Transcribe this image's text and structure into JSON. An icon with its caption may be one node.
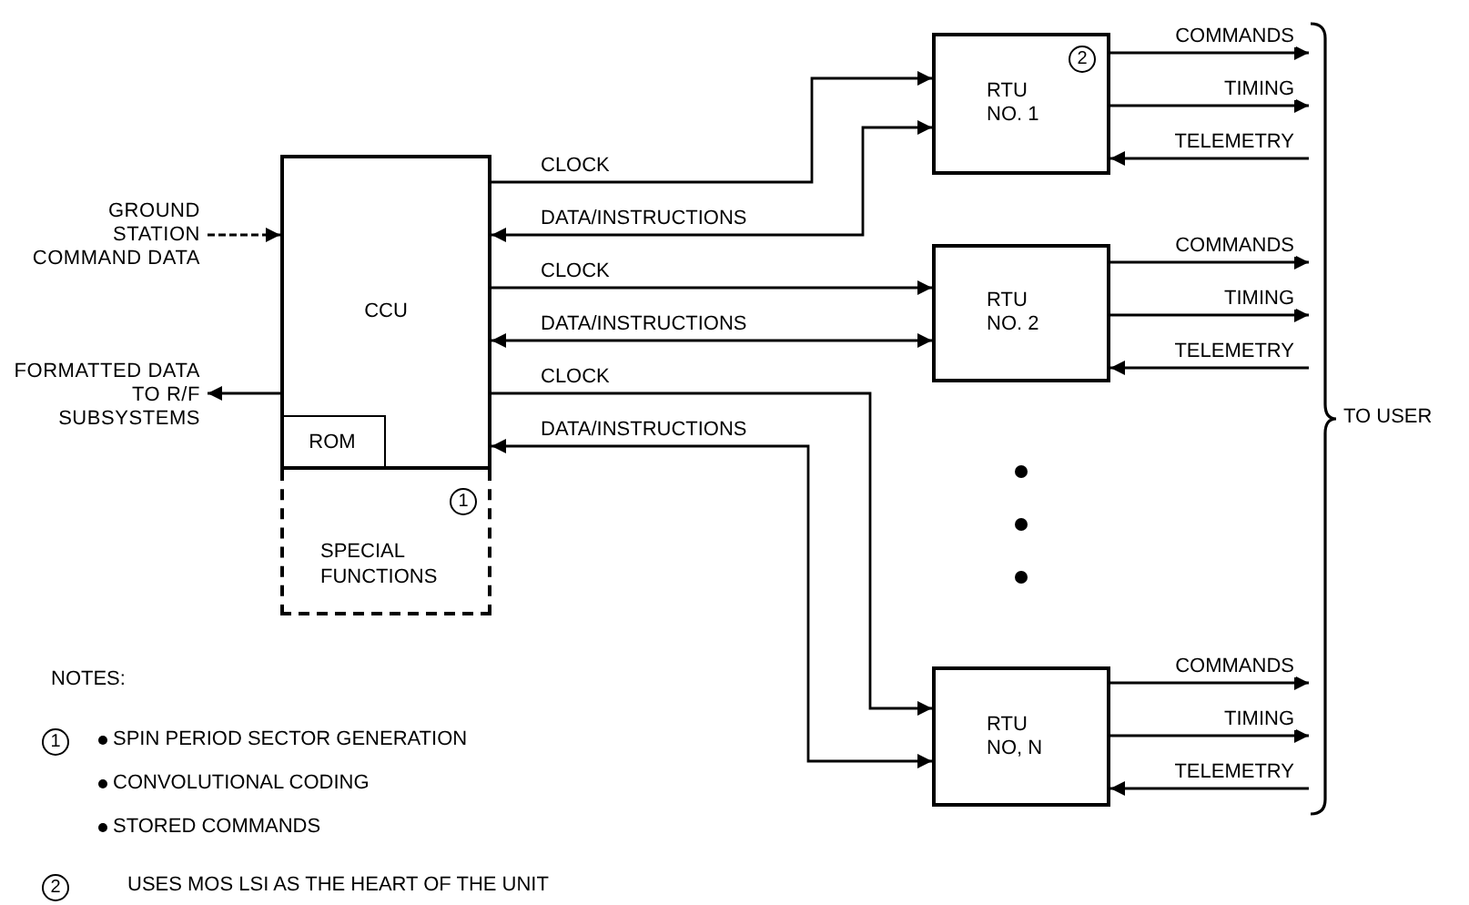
{
  "diagram": {
    "nodes": [
      {
        "text": [
          "GROUND STATION COMMAND DATA"
        ]
      },
      {
        "text": [
          "FORMATTED DATA TO R/F SUBSYSTEMS"
        ]
      },
      {
        "text": [
          "CCU"
        ]
      },
      {
        "text": [
          "ROM"
        ],
        "in": 2
      },
      {
        "text": [
          "1",
          "SPECIAL FUNCTIONS"
        ]
      },
      {
        "text": [
          "2",
          "RTU NO. 1"
        ]
      },
      {
        "text": [
          "RTU NO. 2"
        ]
      },
      {
        "text": [
          "RTU NO, N"
        ]
      },
      {
        "text": [
          "TO USER"
        ]
      }
    ],
    "edges": [
      {
        "from": 0,
        "to": 2,
        "arrow": "to",
        "style": "dashed"
      },
      {
        "from": 2,
        "to": 1,
        "arrow": "to"
      },
      {
        "from": 2,
        "to": 5,
        "arrow": "to",
        "label": "CLOCK"
      },
      {
        "from": 2,
        "to": 5,
        "arrow": "both",
        "label": "DATA/INSTRUCTIONS"
      },
      {
        "from": 2,
        "to": 6,
        "arrow": "to",
        "label": "CLOCK"
      },
      {
        "from": 2,
        "to": 6,
        "arrow": "both",
        "label": "DATA/INSTRUCTIONS"
      },
      {
        "from": 2,
        "to": 7,
        "arrow": "to",
        "label": "CLOCK"
      },
      {
        "from": 2,
        "to": 7,
        "arrow": "both",
        "label": "DATA/INSTRUCTIONS"
      },
      {
        "from": 5,
        "to": 8,
        "arrow": "to",
        "label": "COMMANDS"
      },
      {
        "from": 5,
        "to": 8,
        "arrow": "to",
        "label": "TIMING"
      },
      {
        "from": 8,
        "to": 5,
        "arrow": "to",
        "label": "TELEMETRY"
      },
      {
        "from": 6,
        "to": 8,
        "arrow": "to",
        "label": "COMMANDS"
      },
      {
        "from": 6,
        "to": 8,
        "arrow": "to",
        "label": "TIMING"
      },
      {
        "from": 8,
        "to": 6,
        "arrow": "to",
        "label": "TELEMETRY"
      },
      {
        "from": 7,
        "to": 8,
        "arrow": "to",
        "label": "COMMANDS"
      },
      {
        "from": 7,
        "to": 8,
        "arrow": "to",
        "label": "TIMING"
      },
      {
        "from": 8,
        "to": 7,
        "arrow": "to",
        "label": "TELEMETRY"
      }
    ],
    "labels": [
      "NOTES:",
      "1",
      "SPIN PERIOD SECTOR GENERATION",
      "CONVOLUTIONAL CODING",
      "STORED COMMANDS",
      "2",
      "USES MOS LSI AS THE HEART OF THE UNIT"
    ]
  }
}
